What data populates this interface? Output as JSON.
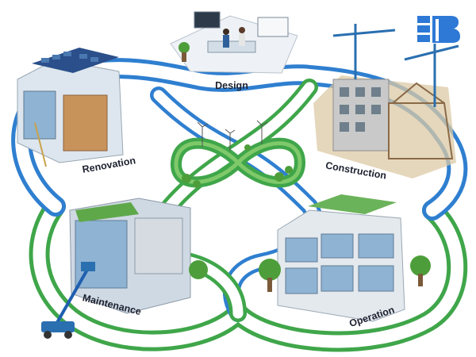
{
  "stages": [
    {
      "key": "design",
      "label": "Design"
    },
    {
      "key": "construction",
      "label": "Construction"
    },
    {
      "key": "operation",
      "label": "Operation"
    },
    {
      "key": "maintenance",
      "label": "Maintenance"
    },
    {
      "key": "renovation",
      "label": "Renovation"
    }
  ],
  "colors": {
    "path_blue": "#2f7fd0",
    "path_green": "#3fa64a",
    "path_white": "#ffffff",
    "logo_blue": "#2e78d6",
    "building_glass": "#8fb3d2",
    "construction_sand": "#dccaa6",
    "crane_blue": "#2a6fb0",
    "tree_green": "#4d9e3a"
  },
  "icons": {
    "logo": "building-blocks-logo",
    "center": "infinity-loop-icon"
  }
}
